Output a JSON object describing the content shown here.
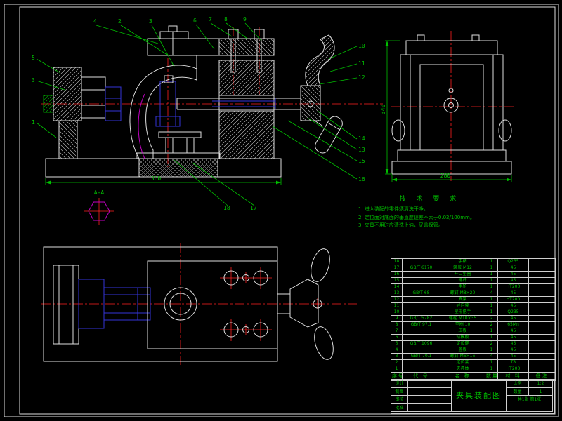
{
  "colors": {
    "line": "#dedede",
    "green": "#00c000",
    "red": "#ff2020",
    "blue": "#3535d8",
    "magenta": "#c000c0",
    "bg": "#000000"
  },
  "callouts": [
    {
      "label": "4"
    },
    {
      "label": "2"
    },
    {
      "label": "3"
    },
    {
      "label": "6"
    },
    {
      "label": "7"
    },
    {
      "label": "8"
    },
    {
      "label": "9"
    },
    {
      "label": "5"
    },
    {
      "label": "3"
    },
    {
      "label": "1"
    },
    {
      "label": "10"
    },
    {
      "label": "11"
    },
    {
      "label": "12"
    },
    {
      "label": "14"
    },
    {
      "label": "13"
    },
    {
      "label": "15"
    },
    {
      "label": "16"
    },
    {
      "label": "18"
    },
    {
      "label": "17"
    }
  ],
  "dims": {
    "base_length": "360",
    "side_width": "280",
    "side_height": "340",
    "section_label": "A-A"
  },
  "notes": {
    "title": "技 术 要 求",
    "items": [
      "1. 进入装配的零件须清洗干净。",
      "2. 定位面对底面的垂直度误差不大于0.02/100mm。",
      "3. 夹具不用时应清洗上油，妥善保管。"
    ]
  },
  "bom": {
    "headers": [
      "序号",
      "代  号",
      "名  称",
      "数量",
      "材  料",
      "备注"
    ],
    "rows": [
      [
        "18",
        "",
        "手柄",
        "1",
        "Q235",
        ""
      ],
      [
        "17",
        "GB/T 6170",
        "螺母 M12",
        "1",
        "45",
        ""
      ],
      [
        "16",
        "",
        "开口垫圈",
        "1",
        "45",
        ""
      ],
      [
        "15",
        "",
        "螺杆",
        "1",
        "45",
        ""
      ],
      [
        "14",
        "",
        "手轮",
        "1",
        "HT200",
        ""
      ],
      [
        "13",
        "GB/T 68",
        "螺钉 M8×20",
        "4",
        "45",
        ""
      ],
      [
        "12",
        "",
        "支架",
        "1",
        "HT200",
        ""
      ],
      [
        "11",
        "",
        "导向套",
        "1",
        "45",
        ""
      ],
      [
        "10",
        "",
        "星形把手",
        "1",
        "Q235",
        ""
      ],
      [
        "9",
        "GB/T 5782",
        "螺栓 M10×35",
        "2",
        "45",
        ""
      ],
      [
        "8",
        "GB/T 97.1",
        "垫圈 10",
        "2",
        "65Mn",
        ""
      ],
      [
        "7",
        "",
        "压板",
        "1",
        "45",
        ""
      ],
      [
        "6",
        "",
        "钻模板",
        "1",
        "45",
        ""
      ],
      [
        "5",
        "GB/T 1096",
        "定位键",
        "2",
        "45",
        ""
      ],
      [
        "4",
        "",
        "盖板",
        "1",
        "45",
        ""
      ],
      [
        "3",
        "GB/T 70.1",
        "螺钉 M6×16",
        "4",
        "45",
        ""
      ],
      [
        "2",
        "",
        "定位套",
        "1",
        "T8",
        ""
      ],
      [
        "1",
        "",
        "夹具体",
        "1",
        "HT200",
        ""
      ]
    ]
  },
  "titleblock": {
    "title": "夹具装配图",
    "fields": [
      [
        "设计",
        ""
      ],
      [
        "制图",
        ""
      ],
      [
        "审核",
        ""
      ],
      [
        "批准",
        ""
      ]
    ],
    "scale_label": "比例",
    "scale": "1:2",
    "qty_label": "数量",
    "qty": "1",
    "sheet": "共1张 第1张"
  }
}
